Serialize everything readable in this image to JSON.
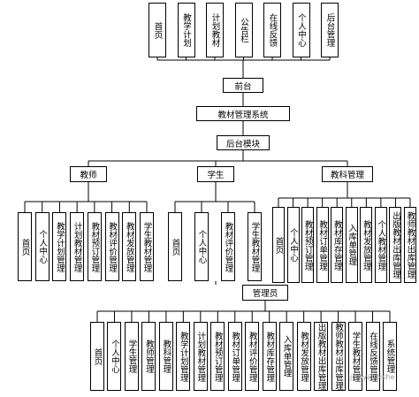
{
  "top_nodes": [
    "首页",
    "教学计划",
    "计划教材",
    "公告栏",
    "在线反馈",
    "个人中心",
    "后台管理"
  ],
  "front": "前台",
  "system": "教材管理系统",
  "backend": "后台模块",
  "roles": {
    "teacher": "教师",
    "student": "学生",
    "clerk": "教科管理",
    "admin": "管理员"
  },
  "teacher_children": [
    "首页",
    "个人中心",
    "教学计划管理",
    "计划教材管理",
    "教材预订管理",
    "教材评价管理",
    "教材发放管理",
    "学生教材管理"
  ],
  "student_children": [
    "首页",
    "个人中心",
    "教材评价管理",
    "学生教材管理"
  ],
  "clerk_children": [
    "首页",
    "个人中心",
    "教材预订管理",
    "教材订单管理",
    "教材库存管理",
    "入库单管理",
    "教材发放管理",
    "个人教材管理",
    "出版教材出库管理",
    "教师教材出库管理"
  ],
  "admin_children": [
    "首页",
    "个人中心",
    "学生管理",
    "教师管理",
    "教科管理",
    "教学计划管理",
    "计划教材管理",
    "教材预订管理",
    "教材订单管理",
    "教材评价管理",
    "教材库存管理",
    "入库单管理",
    "教材发放管理",
    "出版教材出库管理",
    "教师教材出库管理",
    "学生教材管理",
    "在线反馈管理",
    "系统管理"
  ],
  "watermark": "jiaoyanbishe"
}
